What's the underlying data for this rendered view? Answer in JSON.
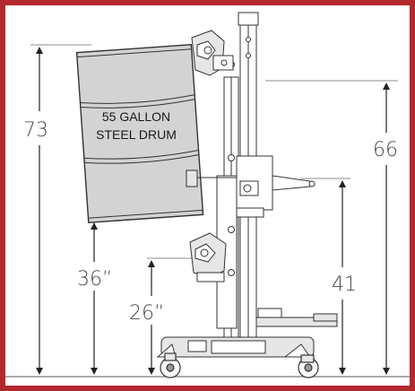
{
  "drum": {
    "line1": "55 GALLON",
    "line2": "STEEL DRUM",
    "fill_color": "#d3d3d3"
  },
  "dimensions": {
    "d73": "73",
    "d66": "66",
    "d36": "36”",
    "d26": "26”",
    "d41": "41"
  },
  "colors": {
    "border": "#b3282d",
    "line": "#333333",
    "frame_fill": "#e6e6e6"
  }
}
